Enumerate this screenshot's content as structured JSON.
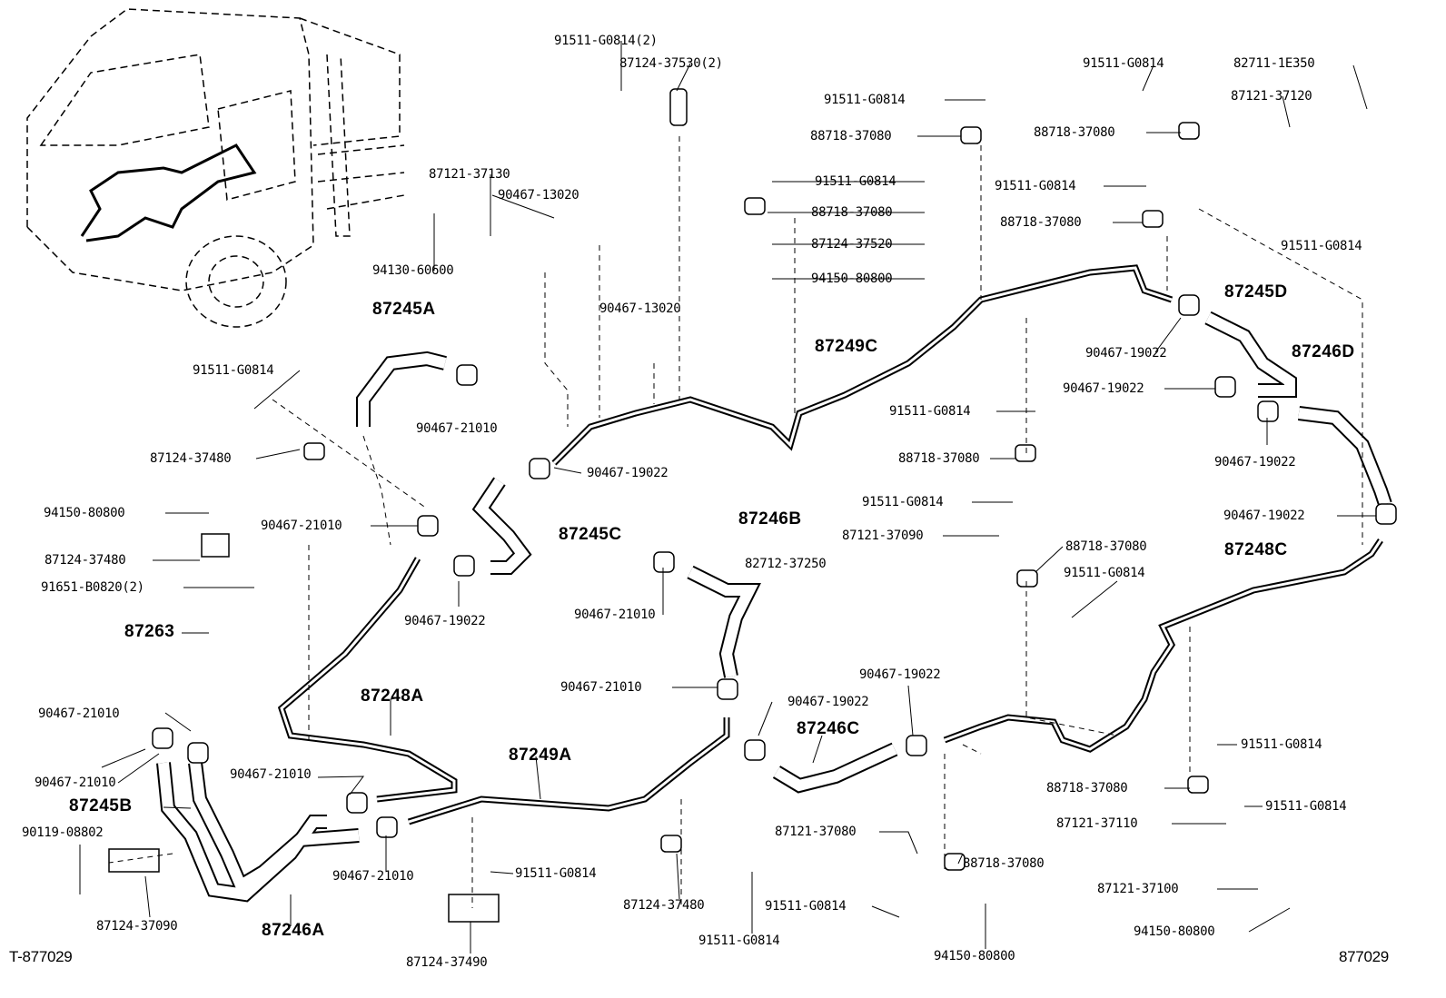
{
  "diagram": {
    "labels": [
      "91511-G0814(2)",
      "87124-37530(2)",
      "87121-37130",
      "90467-13020",
      "94130-60600",
      "91511-G0814",
      "88718-37080",
      "91511-G0814",
      "88718-37080",
      "87124-37520",
      "94150-80800",
      "91511-G0814",
      "82711-1E350",
      "87121-37120",
      "88718-37080",
      "91511-G0814",
      "88718-37080",
      "91511-G0814",
      "90467-19022",
      "90467-19022",
      "91511-G0814",
      "88718-37080",
      "90467-19022",
      "91511-G0814",
      "90467-21010",
      "90467-13020",
      "90467-19022",
      "87124-37480",
      "94150-80800",
      "90467-21010",
      "87124-37480",
      "91651-B0820(2)",
      "90467-19022",
      "82712-37250",
      "90467-21010",
      "91511-G0814",
      "87121-37090",
      "88718-37080",
      "91511-G0814",
      "90467-19022",
      "90467-21010",
      "90467-19022",
      "90467-19022",
      "90467-21010",
      "90467-21010",
      "90467-21010",
      "90119-08802",
      "90467-21010",
      "87124-37090",
      "91511-G0814",
      "87124-37490",
      "87124-37480",
      "91511-G0814",
      "87121-37080",
      "91511-G0814",
      "88718-37080",
      "94150-80800",
      "91511-G0814",
      "88718-37080",
      "91511-G0814",
      "87121-37110",
      "87121-37100",
      "94150-80800"
    ],
    "assemblies": [
      "87245D",
      "87246D",
      "87249C",
      "87245A",
      "87245C",
      "87263",
      "87246B",
      "87248C",
      "87246C",
      "87248A",
      "87249A",
      "87245B",
      "87246A"
    ],
    "codes": {
      "left": "T-877029",
      "right": "877029"
    }
  }
}
